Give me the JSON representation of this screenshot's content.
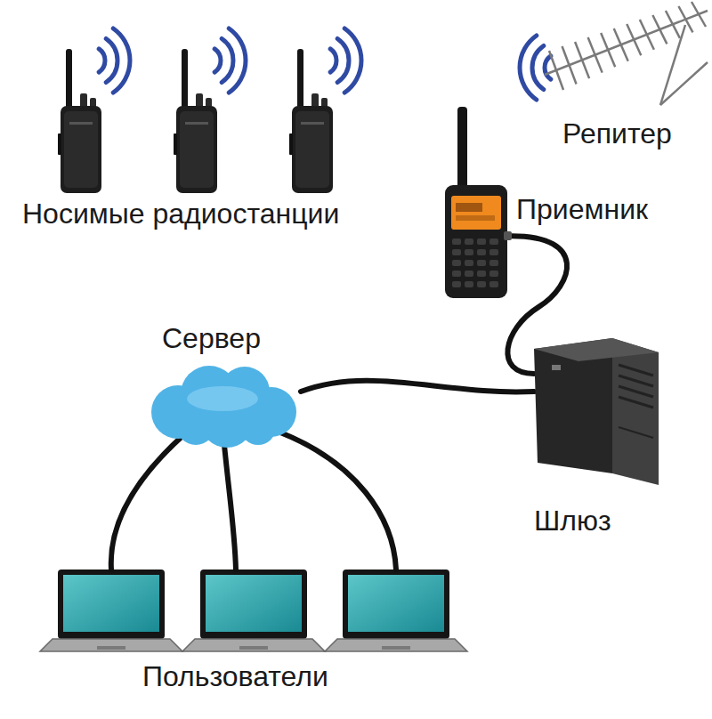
{
  "diagram": {
    "nodes": [
      {
        "text": [
          "Приемник"
        ]
      },
      {
        "text": [
          "Сервер"
        ]
      },
      {
        "text": [
          "Шлюз"
        ]
      }
    ],
    "edges": [
      {
        "from": 0,
        "to": 2,
        "arrow": "none"
      },
      {
        "from": 2,
        "to": 1,
        "arrow": "none"
      }
    ],
    "labels": [
      "Носимые радиостанции",
      "Репитер",
      "Пользователи"
    ]
  }
}
